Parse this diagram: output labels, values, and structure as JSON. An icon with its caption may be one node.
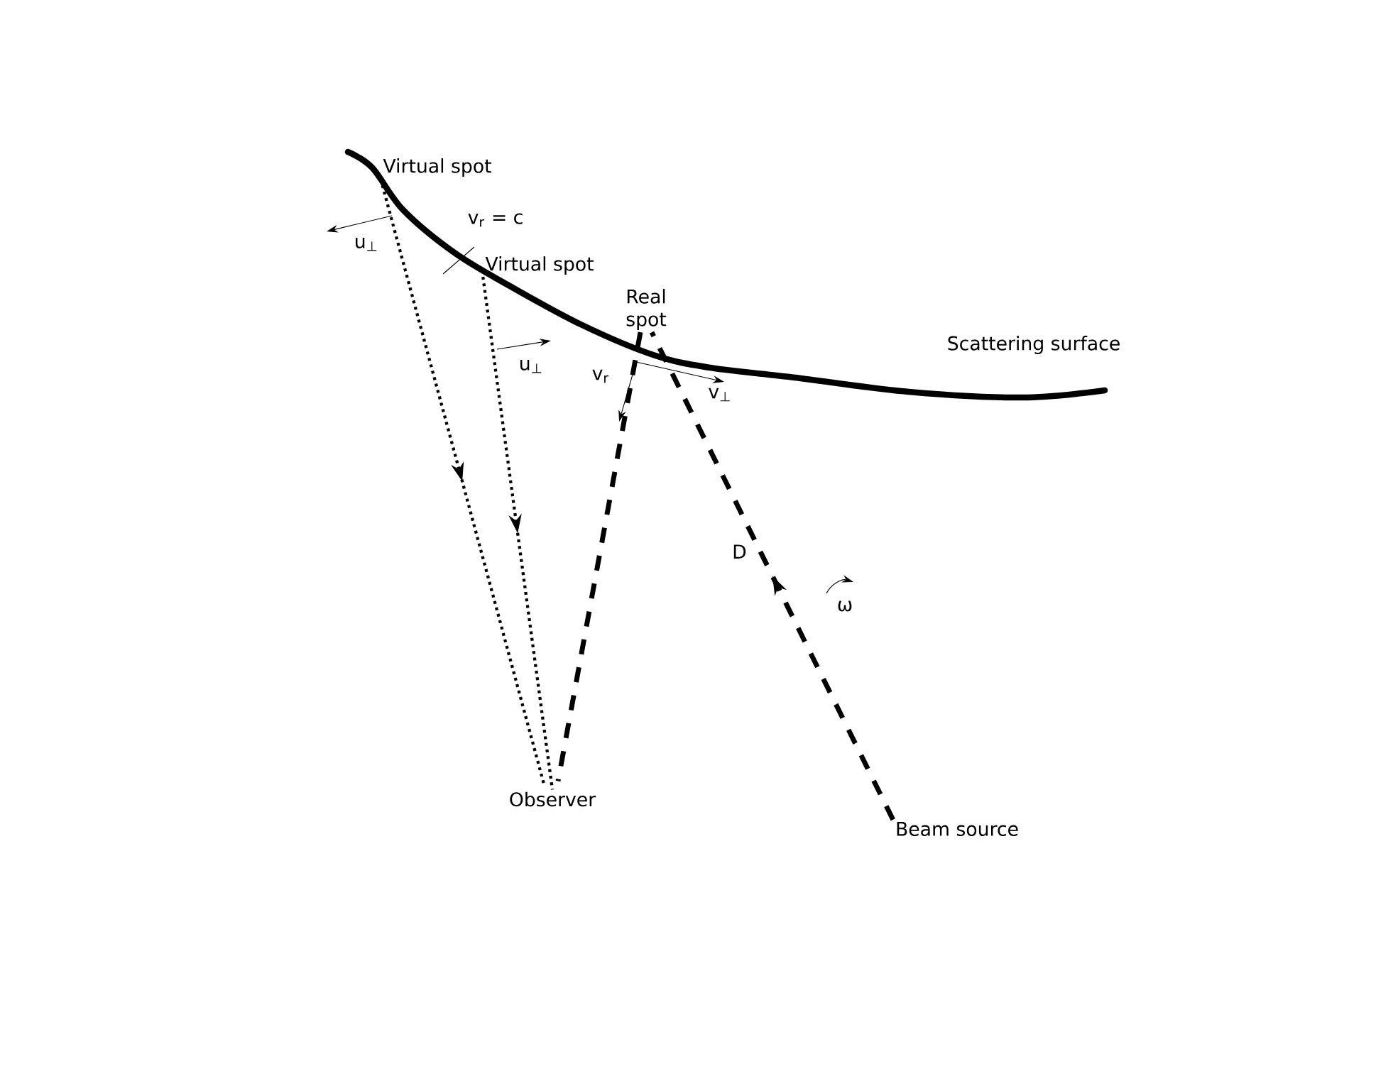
{
  "diagram": {
    "nodes": [
      {
        "text": [
          "Virtual spot"
        ]
      },
      {
        "text": [
          "Virtual spot"
        ]
      },
      {
        "text": [
          "Real spot"
        ]
      },
      {
        "text": [
          "Observer"
        ]
      },
      {
        "text": [
          "Beam source"
        ]
      }
    ],
    "edges": [
      {
        "from": 0,
        "to": 3,
        "arrow": "to"
      },
      {
        "from": 1,
        "to": 3,
        "arrow": "to"
      },
      {
        "from": 2,
        "to": 3,
        "arrow": "none",
        "style": "dashed"
      },
      {
        "from": 4,
        "to": 2,
        "arrow": "to",
        "style": "dashed",
        "label": "D"
      }
    ],
    "labels": [
      "Scattering surface",
      "v$_{r}$ = c",
      "u$_{⊥}$",
      "u$_{⊥}$",
      "v$_{r}$",
      "v$_{⊥}$",
      "ω"
    ]
  }
}
